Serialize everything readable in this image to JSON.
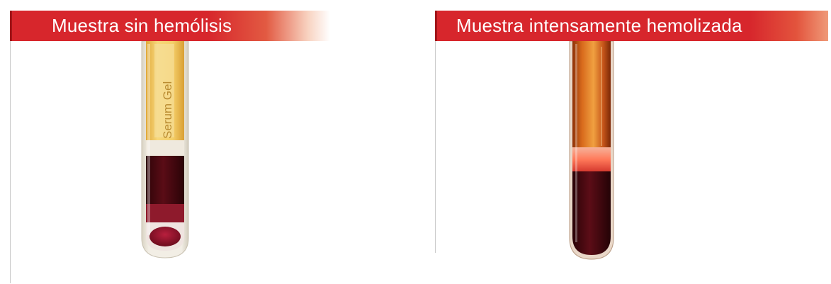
{
  "panels": [
    {
      "title": "Muestra sin hemólisis",
      "tube_label": "Serum Gel"
    },
    {
      "title": "Muestra intensamente hemolizada"
    }
  ],
  "colors": {
    "header_red": "#d7262c",
    "serum_clear": "#f1c659",
    "serum_hemolyzed": "#c8581a",
    "blood": "#4a0a12"
  }
}
